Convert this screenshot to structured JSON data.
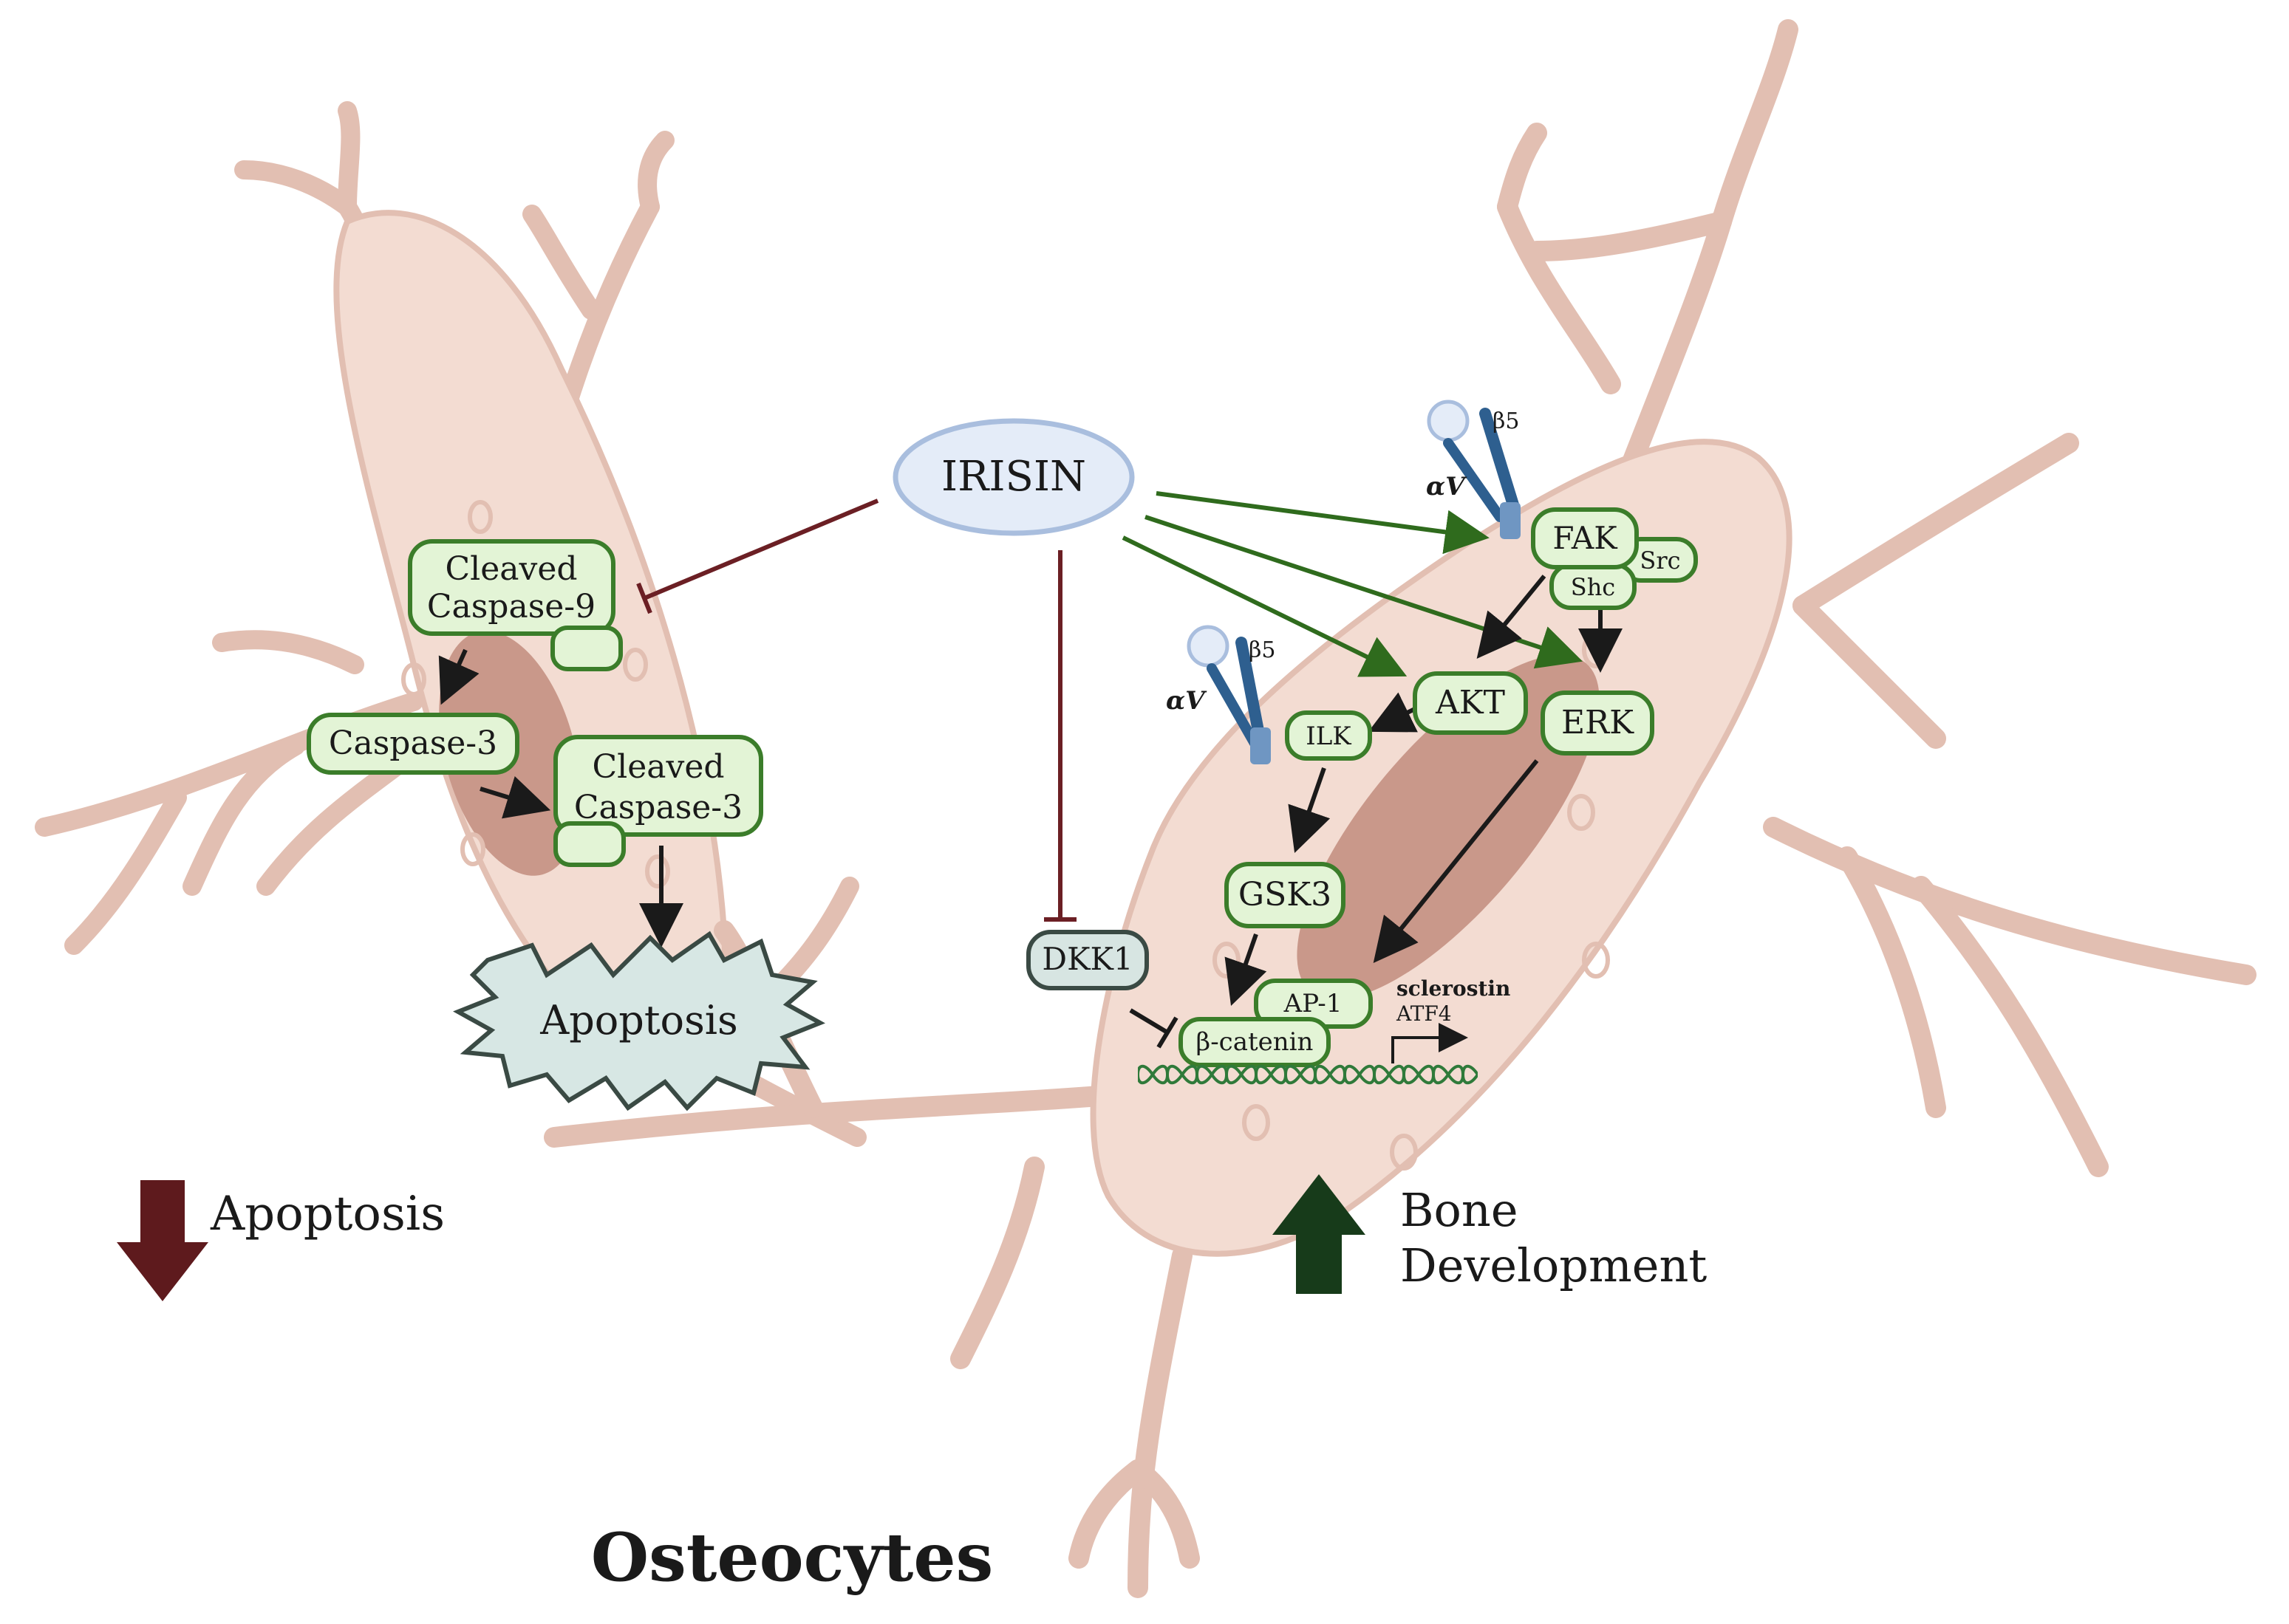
{
  "title": "Osteocytes",
  "irisin": "IRISIN",
  "left_cell": {
    "cleaved_caspase9": [
      "Cleaved",
      "Caspase-9"
    ],
    "caspase3": "Caspase-3",
    "cleaved_caspase3": [
      "Cleaved",
      "Caspase-3"
    ],
    "apoptosis_burst": "Apoptosis",
    "outcome_label": "Apoptosis",
    "outcome_direction": "down"
  },
  "middle": {
    "dkk1": "DKK1"
  },
  "right_cell": {
    "integrin_top": {
      "alpha": "αV",
      "beta": "β5"
    },
    "integrin_mid": {
      "alpha": "αV",
      "beta": "β5"
    },
    "fak": "FAK",
    "src": "Src",
    "shc": "Shc",
    "akt": "AKT",
    "erk": "ERK",
    "ilk": "ILK",
    "gsk3": "GSK3",
    "ap1": "AP-1",
    "beta_catenin": "β-catenin",
    "targets": [
      "sclerostin",
      "ATF4"
    ],
    "outcome_label": [
      "Bone",
      "Development"
    ],
    "outcome_direction": "up"
  },
  "colors": {
    "cell_fill": "#f3dcd2",
    "cell_stroke": "#e2bfb2",
    "nucleus": "#c9988a",
    "node_fill": "#e3f4d6",
    "node_stroke": "#3b7d2a",
    "activation_arrow": "#2f6b1d",
    "inhibition": "#6b1f24",
    "irisin_fill": "#e4ecf8",
    "irisin_stroke": "#a9bede",
    "dkk1_fill": "#d7e5e2",
    "apoptosis_fill": "#d7e7e4",
    "apoptosis_down_arrow": "#5e1a1d",
    "bone_up_arrow": "#173b1a",
    "integrin": "#2e5f8f"
  }
}
